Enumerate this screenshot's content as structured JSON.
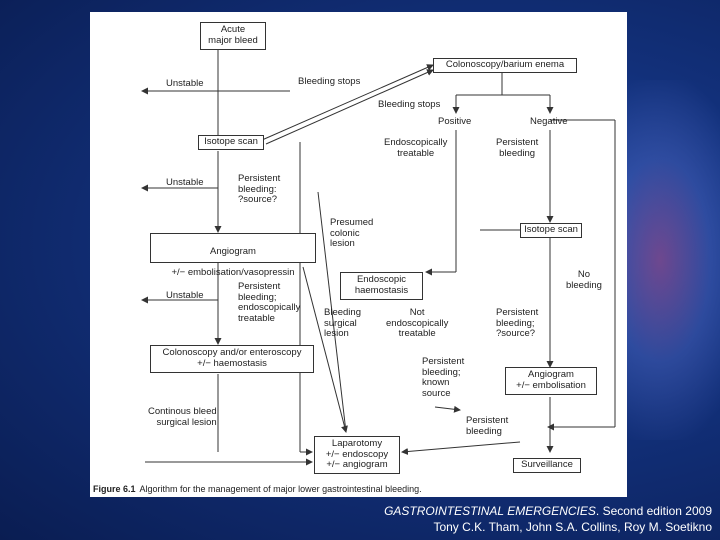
{
  "flowchart": {
    "nodes": {
      "acute": "Acute\nmajor bleed",
      "colonoscopy_barium": "Colonoscopy/barium enema",
      "unstable1": "Unstable",
      "bleeding_stops1": "Bleeding stops",
      "bleeding_stops2": "Bleeding stops",
      "positive": "Positive",
      "negative": "Negative",
      "isotope1": "Isotope scan",
      "endo_treatable": "Endoscopically\ntreatable",
      "persistent_bleeding_neg": "Persistent\nbleeding",
      "unstable2": "Unstable",
      "persistent_source1": "Persistent\nbleeding:\n?source?",
      "presumed_colonic": "Presumed\ncolonic\nlesion",
      "isotope2": "Isotope scan",
      "angiogram1_title": "Angiogram",
      "angiogram1_sub": "+/− embolisation/vasopressin",
      "endo_haemostasis": "Endoscopic\nhaemostasis",
      "no_bleeding": "No\nbleeding",
      "unstable3": "Unstable",
      "persistent_endo_treatable": "Persistent\nbleeding;\nendoscopically\ntreatable",
      "bleeding_surgical": "Bleeding\nsurgical\nlesion",
      "not_endo_treatable": "Not\nendoscopically\ntreatable",
      "persistent_source2": "Persistent\nbleeding;\n?source?",
      "colonoscopy_enteroscopy": "Colonoscopy and/or enteroscopy\n+/− haemostasis",
      "persistent_known_source": "Persistent\nbleeding;\nknown\nsource",
      "angiogram2": "Angiogram\n+/− embolisation",
      "continuous_bleed": "Continous bleed\nsurgical lesion",
      "persistent_bleeding2": "Persistent\nbleeding",
      "laparotomy": "Laparotomy\n+/− endoscopy\n+/− angiogram",
      "surveillance": "Surveillance"
    },
    "caption_label": "Figure 6.1",
    "caption_text": "Algorithm for the management of major lower gastrointestinal bleeding."
  },
  "credit": {
    "title": "GASTROINTESTINAL EMERGENCIES",
    "edition": ". Second edition 2009",
    "authors": "Tony C.K. Tham, John S.A. Collins, Roy M. Soetikno"
  },
  "colors": {
    "background": "#12307a",
    "figure": "#ffffff",
    "text": "#222222"
  }
}
